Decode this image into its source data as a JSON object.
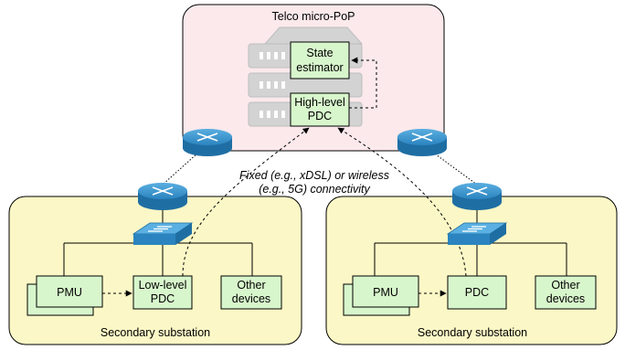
{
  "micro_pop": {
    "title": "Telco micro-PoP",
    "state_estimator": {
      "line1": "State",
      "line2": "estimator"
    },
    "high_level_pdc": {
      "line1": "High-level",
      "line2": "PDC"
    }
  },
  "connectivity": {
    "line1": "Fixed (e.g., xDSL) or wireless",
    "line2": "(e.g., 5G) connectivity"
  },
  "left_substation": {
    "title": "Secondary substation",
    "pmu": "PMU",
    "pdc": {
      "line1": "Low-level",
      "line2": "PDC"
    },
    "other": {
      "line1": "Other",
      "line2": "devices"
    }
  },
  "right_substation": {
    "title": "Secondary substation",
    "pmu": "PMU",
    "pdc": "PDC",
    "other": {
      "line1": "Other",
      "line2": "devices"
    }
  },
  "icons": {
    "router": "router-icon",
    "switch": "switch-icon",
    "server": "server-rack-icon"
  },
  "colors": {
    "pop_fill": "#fbe9ec",
    "substation_fill": "#fbf7c6",
    "box_fill": "#d8f6cc",
    "device_blue": "#2f87bd",
    "server_gray": "#d3d3d3"
  }
}
